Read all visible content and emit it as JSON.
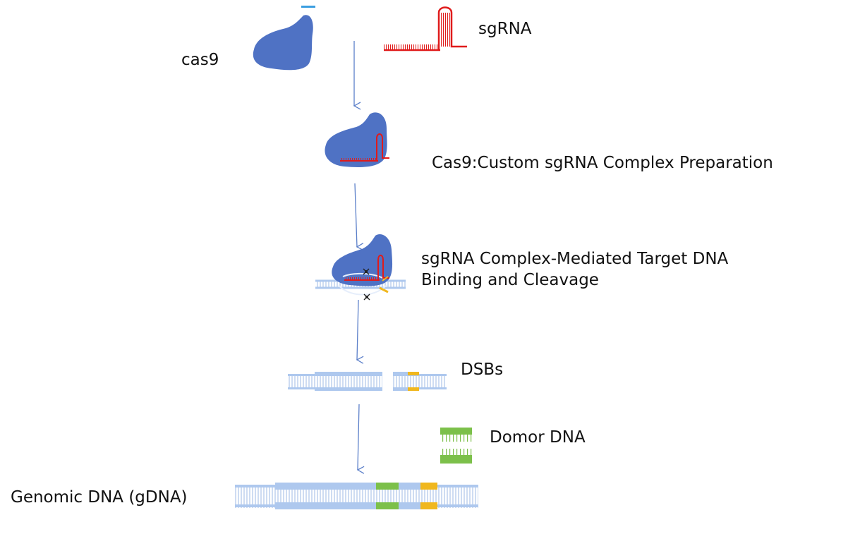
{
  "labels": {
    "cas9": "cas9",
    "sgrna": "sgRNA",
    "complex": "Cas9:Custom sgRNA Complex Preparation",
    "binding_line1": "sgRNA Complex-Mediated Target DNA",
    "binding_line2": "Binding and Cleavage",
    "dsbs": "DSBs",
    "donor": "Domor DNA",
    "gdna": "Genomic DNA (gDNA)"
  },
  "colors": {
    "cas9_protein": "#4f72c4",
    "sgrna": "#e01b1b",
    "dna_backbone": "#aec8ee",
    "arrow": "#5b7fc9",
    "donor": "#7cc04a",
    "cut_site": "#f0b71e"
  },
  "icons": [
    "cas9-protein-icon",
    "sgrna-hairpin-icon",
    "dna-helix-icon",
    "donor-dna-icon",
    "scissors-icon"
  ]
}
